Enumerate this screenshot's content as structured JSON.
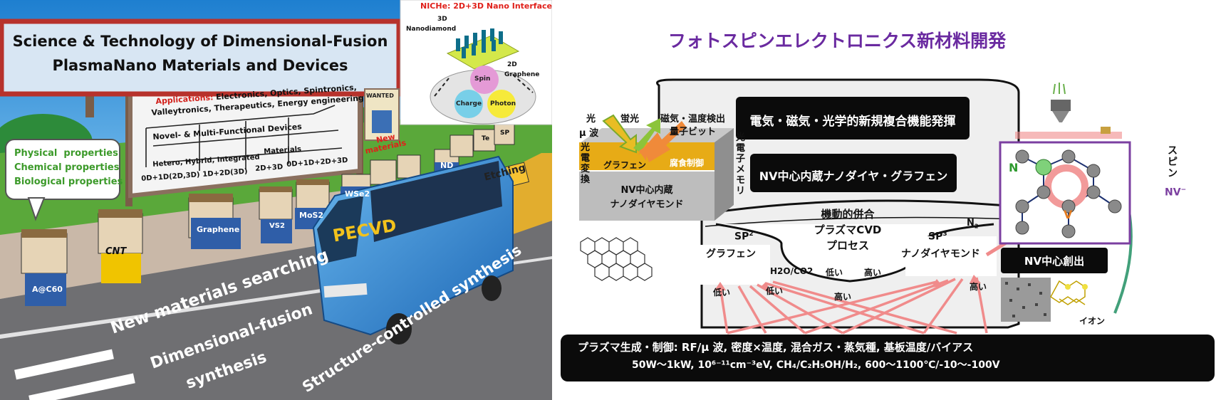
{
  "left": {
    "sign_title_1": "Science & Technology of Dimensional-Fusion",
    "sign_title_2": "PlasmaNano Materials and Devices",
    "niche_title": "NICHe: 2D+3D Nano Interface",
    "niche_3d_1": "3D",
    "niche_3d_2": "Nanodiamond",
    "niche_2d_1": "2D",
    "niche_2d_2": "Graphene",
    "circle_spin": "Spin",
    "circle_charge": "Charge",
    "circle_photon": "Photon",
    "apps_label": "Applications:",
    "apps_line1": " Electronics, Optics, Spintronics,",
    "apps_line2": "Valleytronics, Therapeutics, Energy engineering",
    "devices": "Novel- & Multi-Functional Devices",
    "materials": "Materials",
    "hetero": "Hetero, Hybrid, Integrated",
    "dim_0d": "0D+1D(2D,3D)",
    "dim_1d": "1D+2D(3D)",
    "dim_2d": "2D+3D",
    "dim_all": "0D+1D+2D+3D",
    "bubble_1": "Physical  properties",
    "bubble_2": "Chemical properties",
    "bubble_3": "Biological properties",
    "wanted": "WANTED",
    "new_materials_1": "New",
    "new_materials_2": "materials",
    "char_a": "A@C60",
    "char_cnt": "CNT",
    "char_graphene": "Graphene",
    "char_vs2": "VS2",
    "char_mos2": "MoS2",
    "char_wse2": "WSe2",
    "char_nd": "ND",
    "char_te": "Te",
    "char_sp": "SP",
    "bus": "PECVD",
    "bus2": "Etching",
    "road_1": "New materials searching",
    "road_2a": "Dimensional-fusion",
    "road_2b": "synthesis",
    "road_3": "Structure-controlled synthesis"
  },
  "right": {
    "title": "フォトスピンエレクトロニクス新材料開発",
    "box_1": "電気・磁気・光学的新規複合機能発揮",
    "box_2": "NV中心内蔵ナノダイヤ・グラフェン",
    "light": "光",
    "mu_wave": "μ 波",
    "fluor": "蛍光",
    "magnetic": "磁気・温度検出",
    "qubit": "量子ビット",
    "opto_conv_1": "光",
    "opto_conv_2": "電",
    "opto_conv_3": "変",
    "opto_conv_4": "換",
    "opto_mem_1": "光",
    "opto_mem_2": "電",
    "opto_mem_3": "子",
    "opto_mem_3b": "メ",
    "opto_mem_4": "モ",
    "opto_mem_5": "リ",
    "graphene_layer": "グラフェン",
    "corrosion": "腐食制御",
    "nv_block_1": "NV中心内蔵",
    "nv_block_2": "ナノダイヤモンド",
    "kidou": "機動的併合",
    "plasma_1": "プラズマCVD",
    "plasma_2": "プロセス",
    "sp2": "SP",
    "sp2_sup": "2",
    "sp2_name": "グラフェン",
    "sp3": "SP",
    "sp3_sup": "3",
    "sp3_name": "ナノダイヤモンド",
    "n2": "N",
    "n2_sub": "2",
    "h2o_co2": "H2O/CO2",
    "low_1": "低い",
    "low_2": "低い",
    "low_3": "低い",
    "high_1": "高い",
    "high_2": "高い",
    "high_3": "高い",
    "spin_1": "ス",
    "spin_2": "ピ",
    "spin_3": "ン",
    "nv_minus": "NV",
    "nv_minus_sup": "−",
    "n_atom": "N",
    "v_site": "V",
    "nv_creation": "NV中心創出",
    "ion": "イオン",
    "bottom_1": "プラズマ生成・制御: RF/μ 波, 密度×温度, 混合ガス・蒸気種, 基板温度/バイアス",
    "bottom_2": "50W〜1kW, 10⁶⁻¹¹cm⁻³eV, CH₄/C₂H₅OH/H₂, 600〜1100℃/-10〜-100V"
  }
}
